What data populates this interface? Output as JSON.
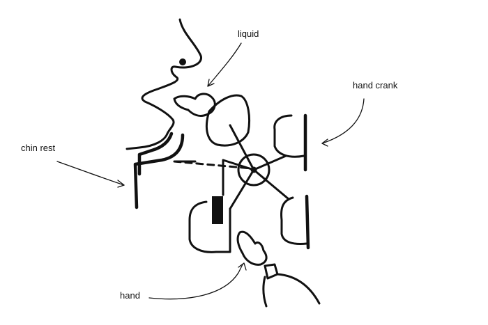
{
  "labels": {
    "liquid": "liquid",
    "hand_crank": "hand crank",
    "chin_rest": "chin rest",
    "hand": "hand"
  },
  "colors": {
    "ink": "#111111",
    "background": "#ffffff"
  }
}
